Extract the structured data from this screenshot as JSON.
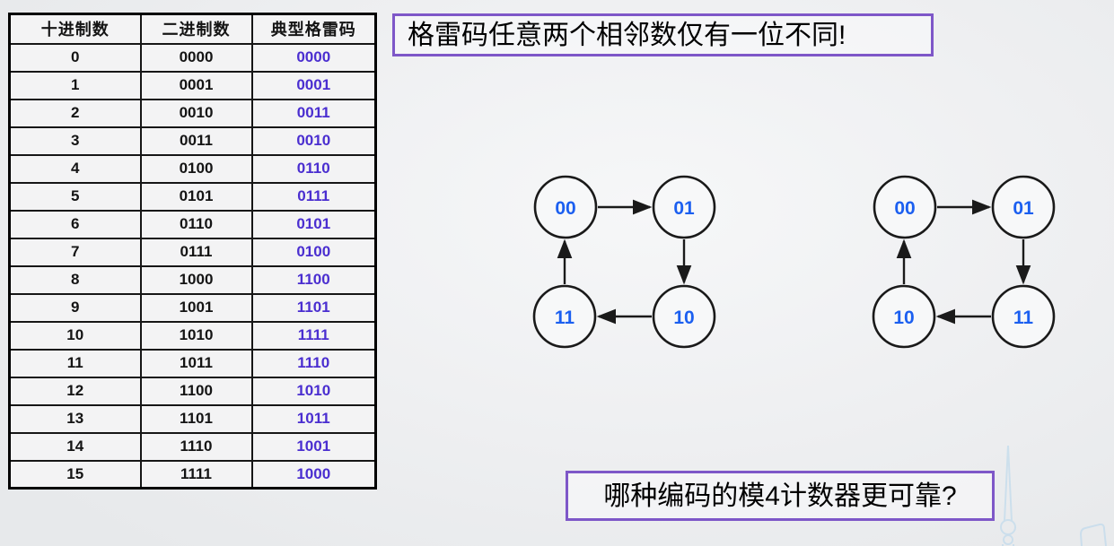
{
  "table": {
    "headers": [
      "十进制数",
      "二进制数",
      "典型格雷码"
    ],
    "rows": [
      [
        "0",
        "0000",
        "0000"
      ],
      [
        "1",
        "0001",
        "0001"
      ],
      [
        "2",
        "0010",
        "0011"
      ],
      [
        "3",
        "0011",
        "0010"
      ],
      [
        "4",
        "0100",
        "0110"
      ],
      [
        "5",
        "0101",
        "0111"
      ],
      [
        "6",
        "0110",
        "0101"
      ],
      [
        "7",
        "0111",
        "0100"
      ],
      [
        "8",
        "1000",
        "1100"
      ],
      [
        "9",
        "1001",
        "1101"
      ],
      [
        "10",
        "1010",
        "1111"
      ],
      [
        "11",
        "1011",
        "1110"
      ],
      [
        "12",
        "1100",
        "1010"
      ],
      [
        "13",
        "1101",
        "1011"
      ],
      [
        "14",
        "1110",
        "1001"
      ],
      [
        "15",
        "1111",
        "1000"
      ]
    ]
  },
  "callouts": {
    "top": "格雷码任意两个相邻数仅有一位不同!",
    "bottom": "哪种编码的模4计数器更可靠?"
  },
  "diagrams": {
    "left": {
      "description": "binary-code-mod4-counter-cycle",
      "nodes": {
        "tl": "00",
        "tr": "01",
        "br": "10",
        "bl": "11"
      },
      "edges": [
        [
          "00",
          "01"
        ],
        [
          "01",
          "10"
        ],
        [
          "10",
          "11"
        ],
        [
          "11",
          "00"
        ]
      ]
    },
    "right": {
      "description": "gray-code-mod4-counter-cycle",
      "nodes": {
        "tl": "00",
        "tr": "01",
        "br": "11",
        "bl": "10"
      },
      "edges": [
        [
          "00",
          "01"
        ],
        [
          "01",
          "11"
        ],
        [
          "11",
          "10"
        ],
        [
          "10",
          "00"
        ]
      ]
    }
  },
  "decor": {
    "watermark": "city-skyline-outline"
  },
  "colors": {
    "callout_border": "#7e57c8",
    "gray_code_text": "#4a2ed0",
    "node_label_blue": "#1b5ff0",
    "table_border": "#000000"
  }
}
